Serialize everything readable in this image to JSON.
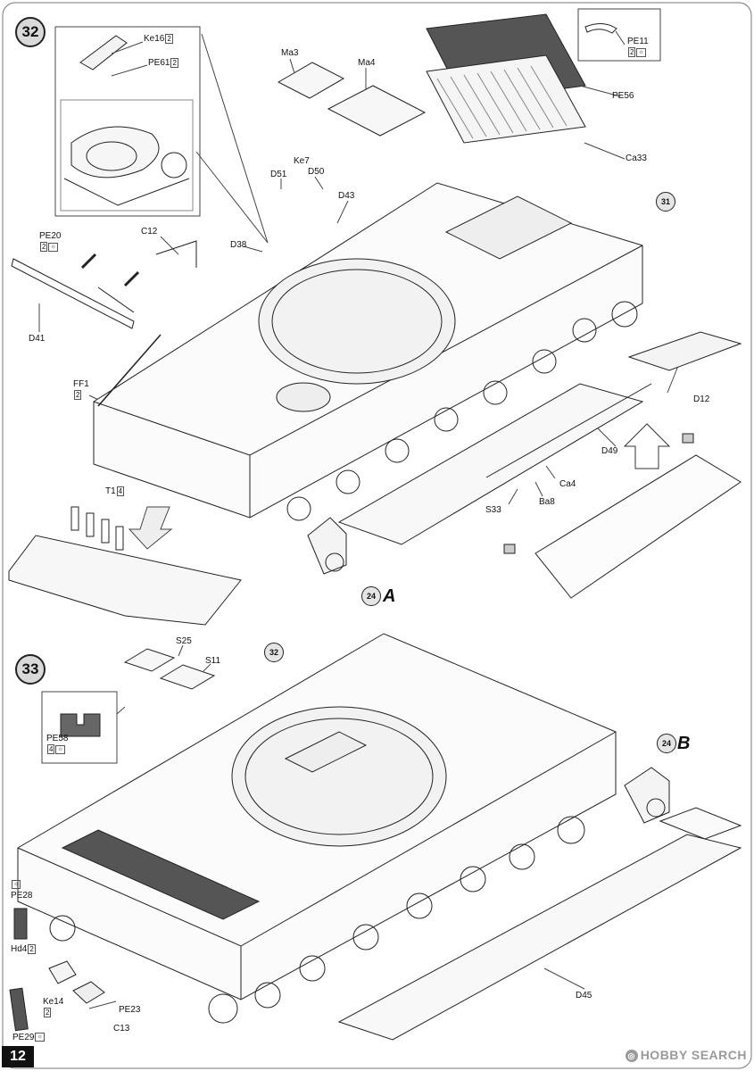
{
  "page_number": "12",
  "watermark": "HOBBY SEARCH",
  "steps": [
    {
      "number": "32",
      "parts": [
        {
          "id": "ke16",
          "label": "Ke16",
          "qty": "2"
        },
        {
          "id": "pe61",
          "label": "PE61",
          "qty": "2"
        },
        {
          "id": "pe11",
          "label": "PE11",
          "qty": "2"
        },
        {
          "id": "pe56",
          "label": "PE56"
        },
        {
          "id": "ca33",
          "label": "Ca33"
        },
        {
          "id": "ma3",
          "label": "Ma3"
        },
        {
          "id": "ma4",
          "label": "Ma4"
        },
        {
          "id": "ke7",
          "label": "Ke7"
        },
        {
          "id": "d51",
          "label": "D51"
        },
        {
          "id": "d50",
          "label": "D50"
        },
        {
          "id": "d43",
          "label": "D43"
        },
        {
          "id": "d38",
          "label": "D38"
        },
        {
          "id": "pe20",
          "label": "PE20",
          "qty": "2"
        },
        {
          "id": "c12",
          "label": "C12"
        },
        {
          "id": "d41",
          "label": "D41"
        },
        {
          "id": "ff1",
          "label": "FF1",
          "qty": "2"
        },
        {
          "id": "d12",
          "label": "D12"
        },
        {
          "id": "d49",
          "label": "D49"
        },
        {
          "id": "ca4",
          "label": "Ca4"
        },
        {
          "id": "ba8",
          "label": "Ba8"
        },
        {
          "id": "s33",
          "label": "S33"
        },
        {
          "id": "t1",
          "label": "T1",
          "qty": "4"
        }
      ],
      "refs": [
        {
          "id": "ref-31",
          "number": "31"
        },
        {
          "id": "ref-24a",
          "number": "24",
          "letter": "A"
        }
      ]
    },
    {
      "number": "33",
      "parts": [
        {
          "id": "s25",
          "label": "S25"
        },
        {
          "id": "s11",
          "label": "S11"
        },
        {
          "id": "pe58",
          "label": "PE58",
          "qty": "4"
        },
        {
          "id": "pe28",
          "label": "PE28"
        },
        {
          "id": "hd4",
          "label": "Hd4",
          "qty": "2"
        },
        {
          "id": "ke14",
          "label": "Ke14",
          "qty": "2"
        },
        {
          "id": "pe23",
          "label": "PE23"
        },
        {
          "id": "c13",
          "label": "C13"
        },
        {
          "id": "pe29",
          "label": "PE29"
        },
        {
          "id": "d45",
          "label": "D45"
        }
      ],
      "refs": [
        {
          "id": "ref-32",
          "number": "32"
        },
        {
          "id": "ref-24b",
          "number": "24",
          "letter": "B"
        }
      ]
    }
  ]
}
